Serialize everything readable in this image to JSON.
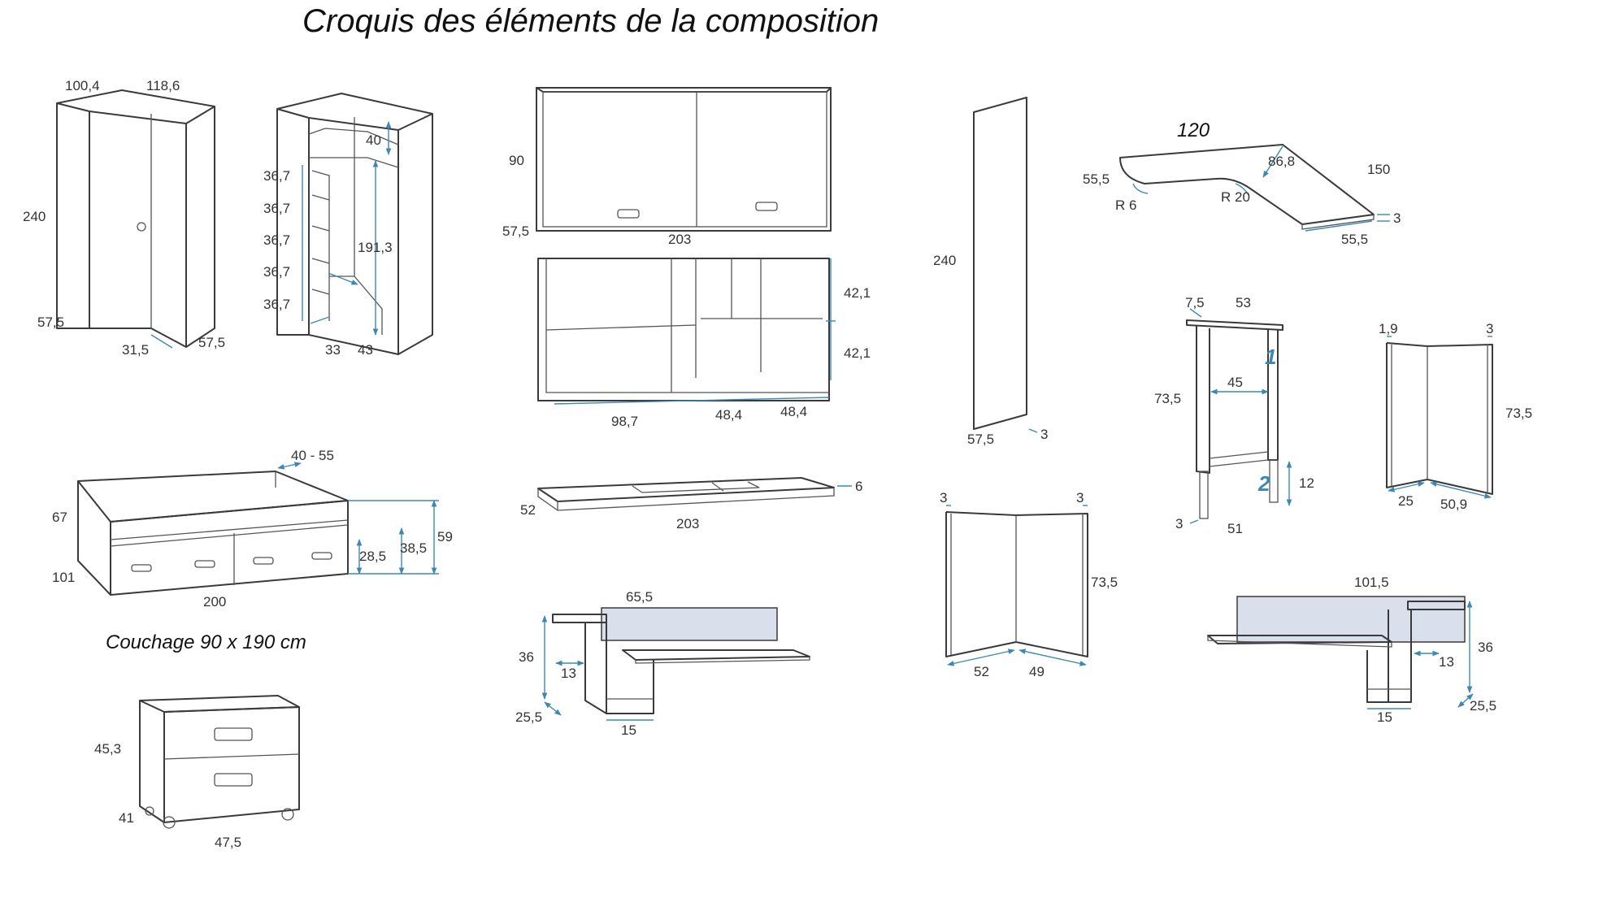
{
  "title": "Croquis des éléments de la composition",
  "wardrobe": {
    "w1": "100,4",
    "w2": "118,6",
    "h": "240",
    "d1": "57,5",
    "d2": "31,5",
    "d3": "57,5"
  },
  "corner_interior": {
    "top": "40",
    "s1": "36,7",
    "s2": "36,7",
    "s3": "36,7",
    "s4": "36,7",
    "s5": "36,7",
    "h": "191,3",
    "b1": "33",
    "b2": "43"
  },
  "wall_cabinet": {
    "h": "90",
    "d": "57,5",
    "w": "203"
  },
  "bookcase": {
    "h1": "42,1",
    "h2": "42,1",
    "w1": "98,7",
    "w2": "48,4",
    "w3": "48,4"
  },
  "plinth": {
    "d": "52",
    "w": "203",
    "h": "6"
  },
  "bed": {
    "gap": "40 - 55",
    "h_back": "67",
    "depth": "101",
    "length": "200",
    "h_total": "59",
    "h_mid": "38,5",
    "h_drawer": "28,5",
    "caption": "Couchage 90 x 190 cm"
  },
  "nightstand": {
    "h": "45,3",
    "d": "41",
    "w": "47,5"
  },
  "panel": {
    "h": "240",
    "d": "57,5",
    "t": "3"
  },
  "corner_desk": {
    "top": "120",
    "a": "86,8",
    "b": "150",
    "c": "55,5",
    "d": "55,5",
    "r1": "R 6",
    "r2": "R 20",
    "t": "3"
  },
  "desk_leg": {
    "a": "7,5",
    "w": "53",
    "inner": "45",
    "h": "73,5",
    "foot": "12",
    "t": "3",
    "base": "51",
    "step1": "1",
    "step2": "2"
  },
  "corner_leg_small": {
    "t1": "1,9",
    "t2": "3",
    "h": "73,5",
    "w1": "25",
    "w2": "50,9"
  },
  "corner_leg_big": {
    "t1": "3",
    "t2": "3",
    "h": "73,5",
    "w1": "52",
    "w2": "49"
  },
  "shelf_left": {
    "w": "65,5",
    "h": "36",
    "d1": "13",
    "d2": "25,5",
    "base": "15"
  },
  "shelf_right": {
    "w": "101,5",
    "h": "36",
    "d1": "13",
    "d2": "25,5",
    "base": "15"
  }
}
